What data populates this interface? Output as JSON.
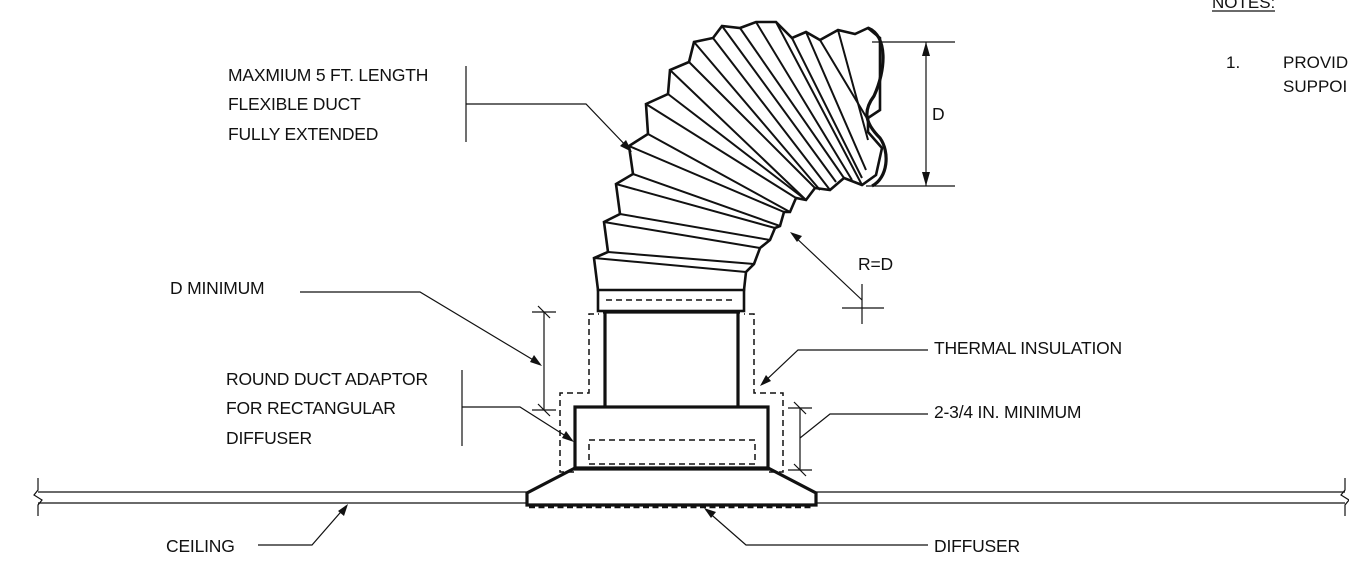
{
  "labels": {
    "notes_heading": "NOTES:",
    "note_number": "1.",
    "note_line1": "PROVID",
    "note_line2": "SUPPOI",
    "flex_line1": "MAXMIUM 5 FT. LENGTH",
    "flex_line2": "FLEXIBLE DUCT",
    "flex_line3": "FULLY EXTENDED",
    "dimension_d": "D",
    "radius": "R=D",
    "d_minimum": "D MINIMUM",
    "thermal_insulation": "THERMAL INSULATION",
    "adaptor_line1": "ROUND DUCT ADAPTOR",
    "adaptor_line2": "FOR RECTANGULAR",
    "adaptor_line3": "DIFFUSER",
    "min_234": "2-3/4 IN. MINIMUM",
    "ceiling": "CEILING",
    "diffuser": "DIFFUSER"
  }
}
